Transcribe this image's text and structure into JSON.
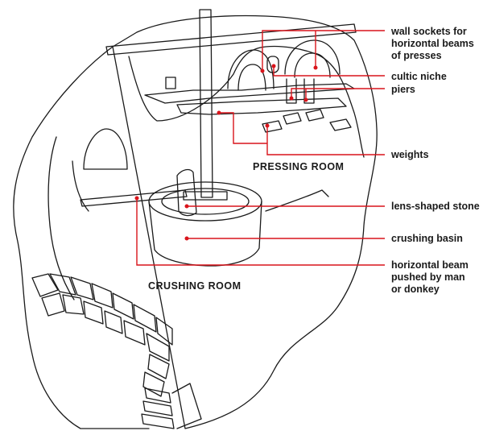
{
  "rooms": {
    "pressing": "PRESSING ROOM",
    "crushing": "CRUSHING ROOM"
  },
  "labels": {
    "wall_sockets": "wall sockets for horizontal beams of presses",
    "cultic_niche": "cultic niche",
    "piers": "piers",
    "weights": "weights",
    "lens_stone": "lens-shaped stone",
    "crushing_basin": "crushing basin",
    "horizontal_beam": "horizontal beam pushed by man or donkey"
  },
  "colors": {
    "leader": "#d9141b",
    "ink": "#1a1a1a"
  }
}
